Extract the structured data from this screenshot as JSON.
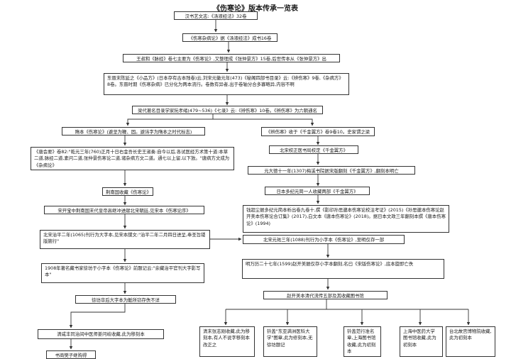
{
  "title": "《伤寒论》版本传承一览表",
  "nodes": {
    "n1": "汉书艺文志:《汤液经法》32卷",
    "n2": "《伤寒杂病论》据《汤液经法》成书16卷",
    "n3": "王叔和《脉经》卷七主要为《伤寒论》,又整理成《张仲景方》15卷,后世传本从《张仲景方》出",
    "n4": "东晋末陈延之《小品方》(日本存有古本残卷)云,刘宋元徽元年(473)《秘阁四部书目录》云:《辨伤寒》9卷,《杂病方》8卷。东晋时期《伤寒杂病》已分化为两本流行。卷数有异者,出于卷轴分合多寡略异,内容不啊",
    "n5": "梁代著名目录学家阮孝绪(479~536)《七录》云:《辨伤寒》10卷。《辨伤寒》为六朝通名",
    "n6": "隋本《伤寒论》(避坚为鞭、固。避讳字为隋本之时代标志)",
    "n7": "《唐会要》卷82:\"乾元三年(760)正月十日右金吾长史王淑奏:自今以后,各试医经方术策十道:本草二道,脉经二道,素问二道,张仲景伤寒论二道,诸杂病方文二道。通七以上留,以下放。\"唐病方文成为《杂病论》",
    "n8": "荆南国收藏《伤寒论》",
    "n9": "宋开宝中荆南国末代皇帝高继冲进献北宋朝廷,见宋本《伤寒论序》",
    "n10": "北宋治平二年(1065)刊行为大字本,见宋本牒文:\"治平二年二月四日进呈,奉圣旨镂版施行\"",
    "n11": "1908年著名藏书家徐坊于小字本《伤寒论》前题记云:\"余藏治平官刊大字影写本\"",
    "n12": "徐坊卒后大字本为觗所窃存佚不详",
    "n13": "清咸丰同治间中医师姜问岐收藏,此为移刻本",
    "n14": "书商樊子继购得",
    "n15": "《辨伤寒》收于《千金翼方》卷9卷10。史家谓之梁本",
    "n16": "北宋校正医书局校定《千金翼方》",
    "n17": "元大德十一年(1307)梅溪书院据宋版翻刻《千金翼方》,翻刻本明亡",
    "n18": "日本多纪元简一人收藏两部《千金翼方》",
    "n19": "钱超尘据多纪元简本析出卷九卷十,撰《影印孙思邈本伤寒论校注考证》(2015)《孙思邈本伤寒论赵开美本伤寒论合订集》(2017),白文本《唐本伤寒论》(2018)。据日本文政三年翻刻本撰《唐本伤寒论》(1994)",
    "n20": "北宋元祐三年(1088)刊行为小字本《伤寒论》,至明仅存一部",
    "n21": "明万历二十七年(1599)赵开美据仅存小字本翻刻,名曰《宋版伤寒论》,底本旋即亡佚",
    "n22": "赵开美本清代流传五部及其收藏图书馆",
    "n23": "清末张志刚收藏,此为移刻本,有人不说字移刻本改正之",
    "n24": "钤盖\"东亚满洲医科大学\"图章,此为修刻本,无徐坊题记",
    "n25": "钤盖范行准名章,上海图书馆收藏,此为初刻本",
    "n26": "上海中医药大学图书馆收藏,此为初刻本",
    "n27": "台北故宫博物院收藏,此为初刻本"
  }
}
